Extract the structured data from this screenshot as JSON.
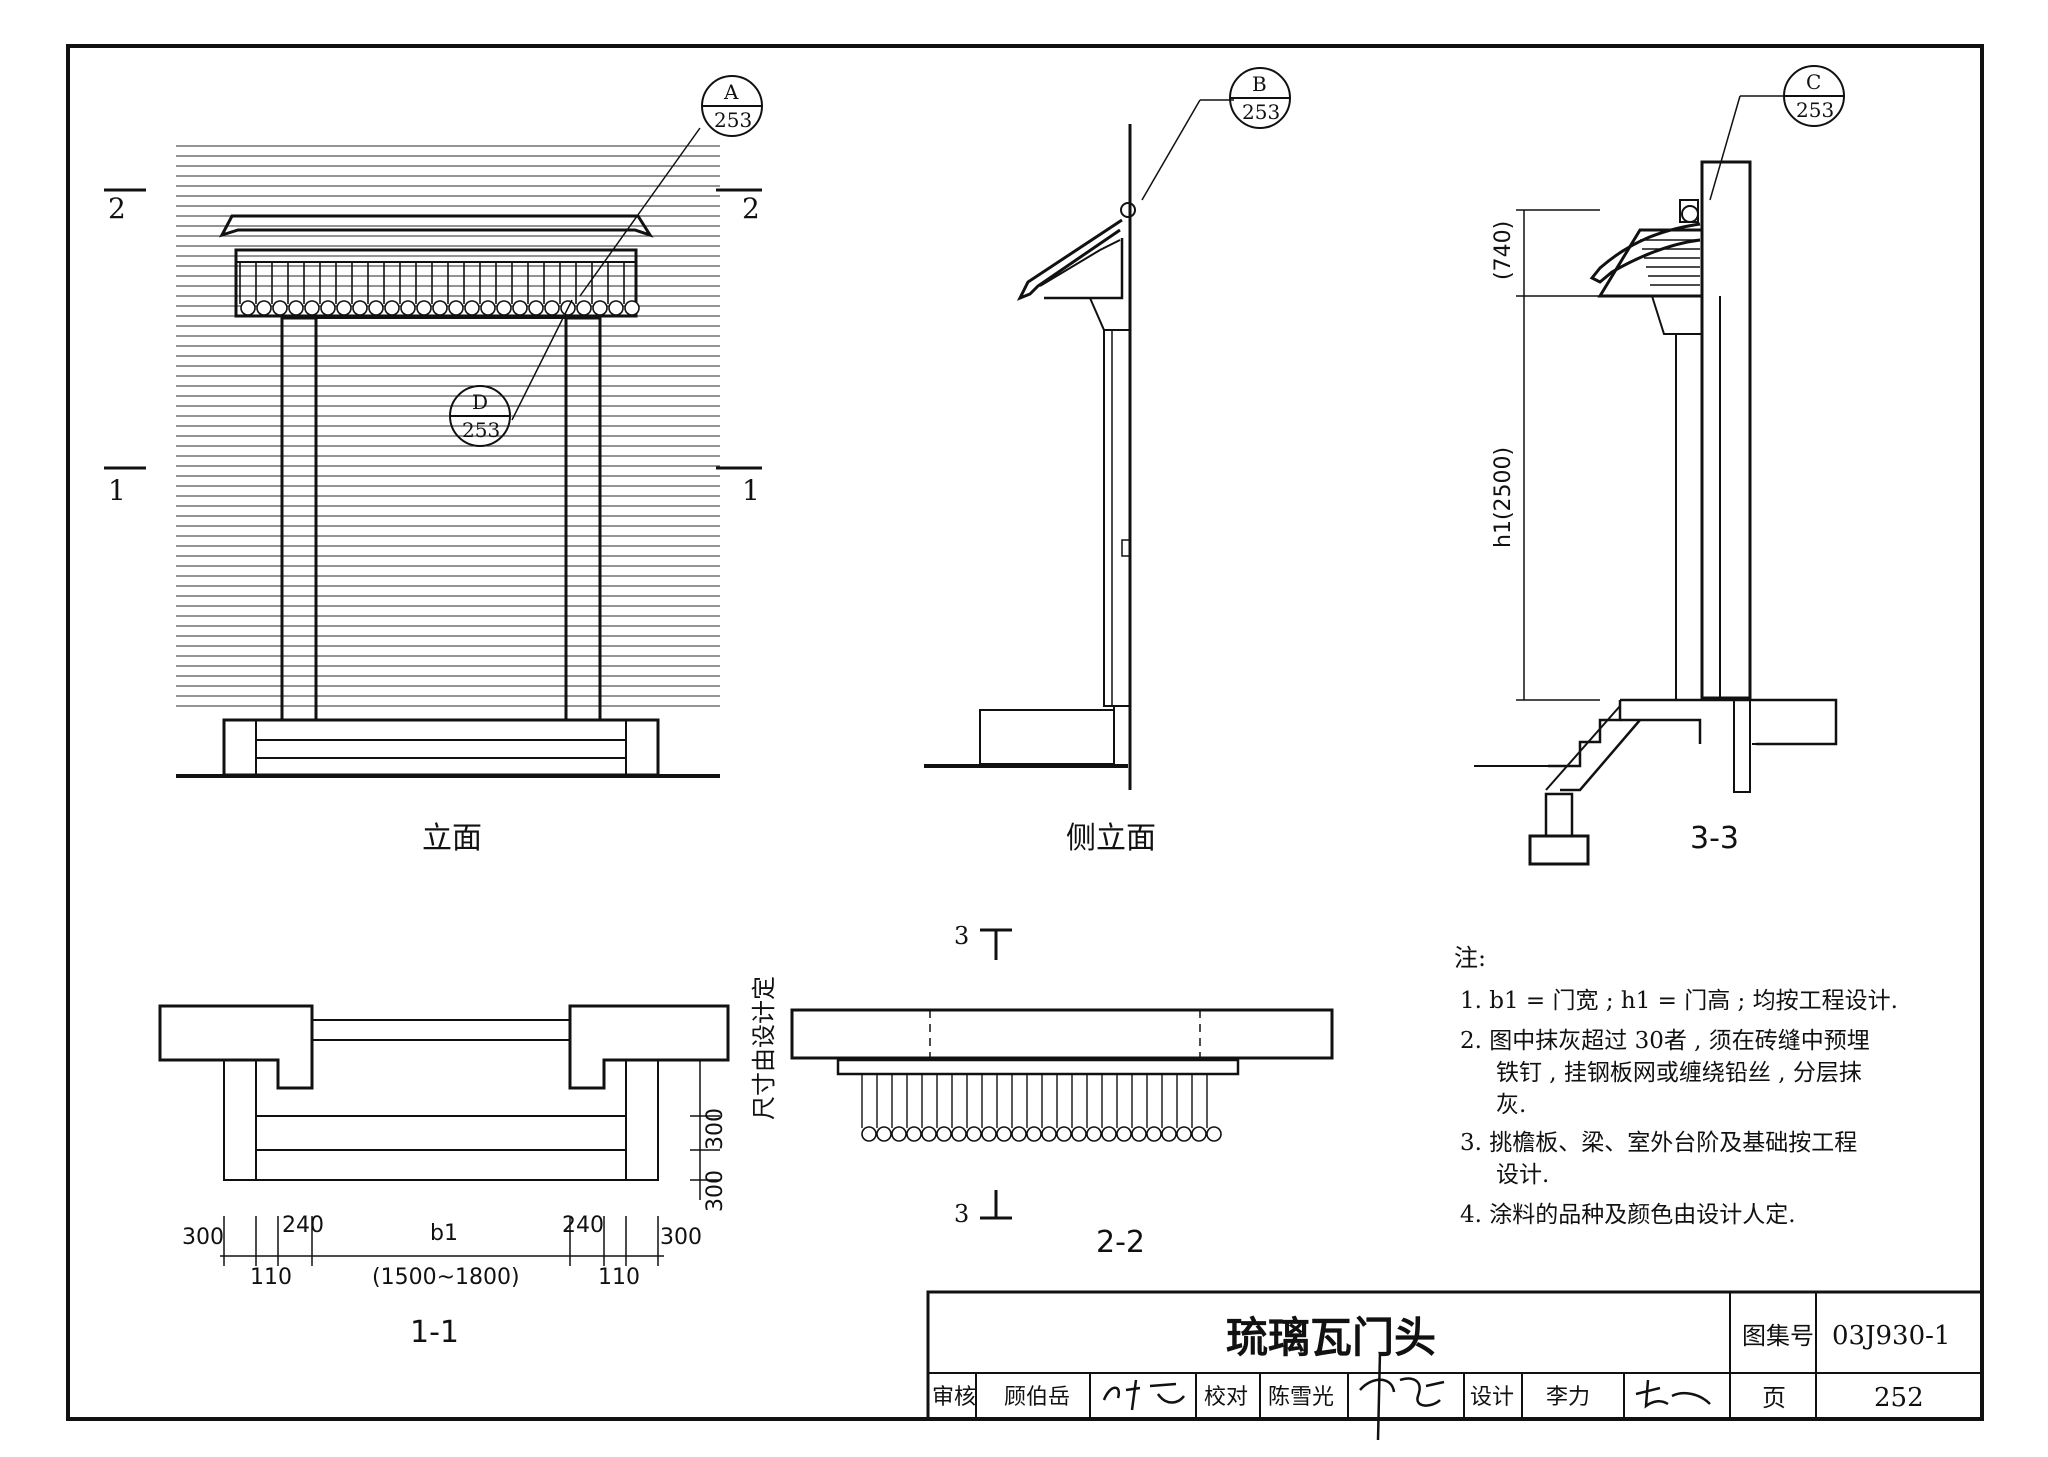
{
  "views": {
    "elevation": "立面",
    "side_elevation": "侧立面",
    "section_3_3": "3-3",
    "section_1_1": "1-1",
    "section_2_2": "2-2"
  },
  "section_marks": {
    "two": "2",
    "one": "1",
    "three": "3"
  },
  "detail_refs": {
    "a_letter": "A",
    "a_sheet": "253",
    "b_letter": "B",
    "b_sheet": "253",
    "c_letter": "C",
    "c_sheet": "253",
    "d_letter": "D",
    "d_sheet": "253"
  },
  "dimensions": {
    "h740": "(740)",
    "h1": "h1(2500)",
    "d300": "300",
    "d240": "240",
    "b1": "b1",
    "b1_range": "(1500~1800)",
    "d110": "110",
    "by_design": "尺寸由设计定"
  },
  "notes": {
    "heading": "注:",
    "items": [
      "1. b1 = 门宽 ; h1 = 门高 ; 均按工程设计.",
      "2. 图中抹灰超过 30者 , 须在砖缝中预埋",
      "铁钉 , 挂钢板网或缠绕铅丝 , 分层抹",
      "灰.",
      "3. 挑檐板、梁、室外台阶及基础按工程",
      "设计.",
      "4. 涂料的品种及颜色由设计人定."
    ]
  },
  "title_block": {
    "title": "琉璃瓦门头",
    "atlas_label": "图集号",
    "atlas_no": "03J930-1",
    "review_label": "审核",
    "reviewer": "顾伯岳",
    "check_label": "校对",
    "checker": "陈雪光",
    "design_label": "设计",
    "designer": "李力",
    "page_label": "页",
    "page_no": "252"
  }
}
